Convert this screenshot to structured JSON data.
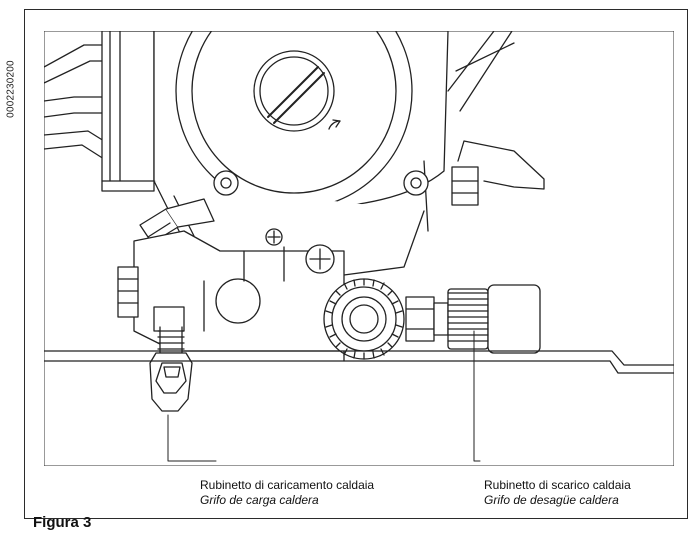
{
  "document": {
    "code": "0002230200",
    "figure_title": "Figura 3"
  },
  "labels": {
    "fill_tap": {
      "it": "Rubinetto di caricamento caldaia",
      "es": "Grifo de carga caldera"
    },
    "drain_tap": {
      "it": "Rubinetto di scarico caldaia",
      "es": "Grifo de desagüe caldera"
    }
  }
}
